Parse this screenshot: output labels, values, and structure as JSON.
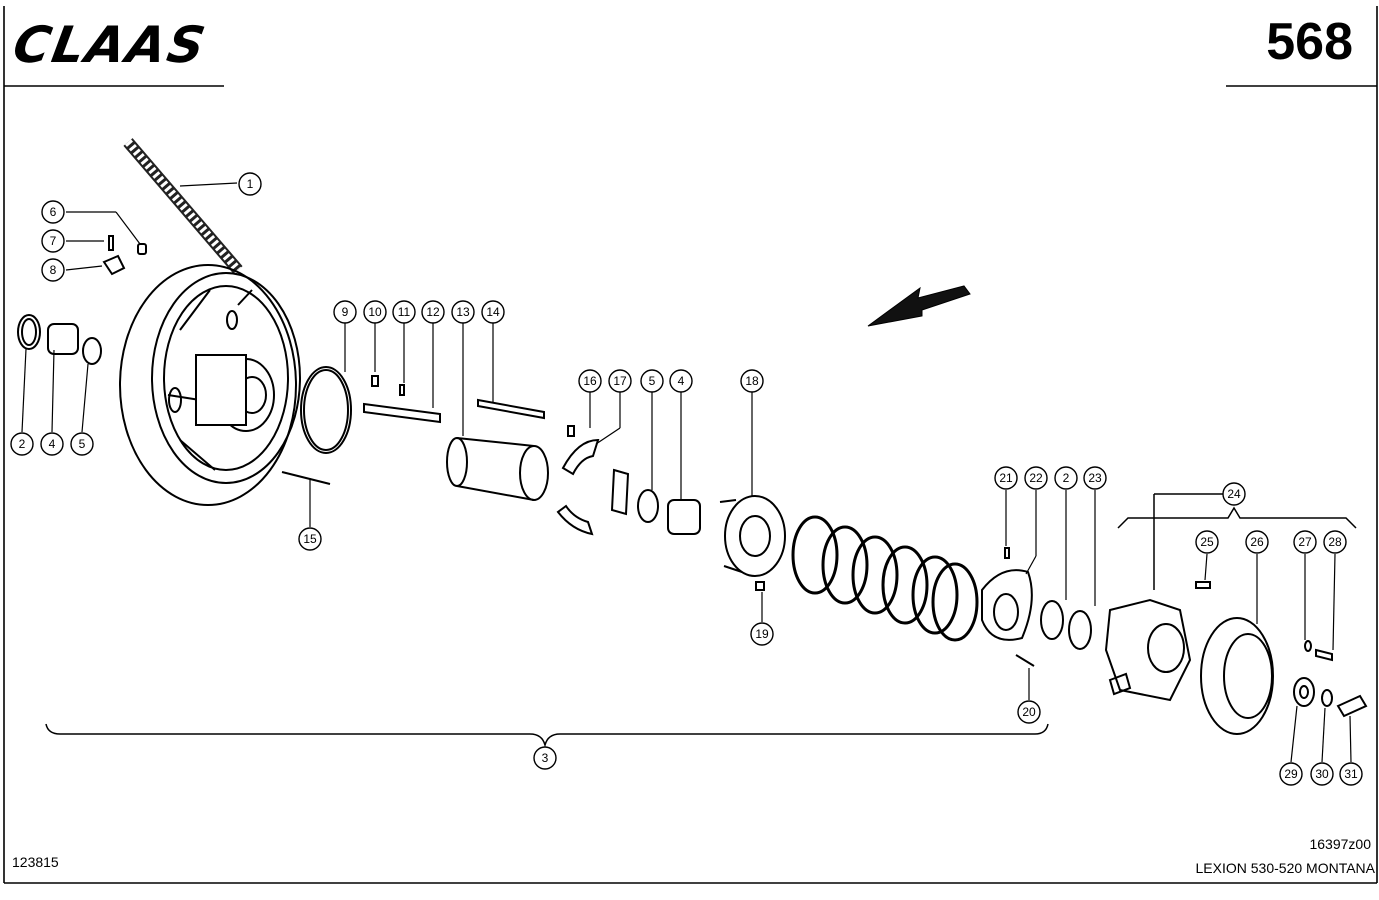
{
  "header": {
    "brand": "CLAAS",
    "page_number": "568"
  },
  "footer": {
    "left_number": "123815",
    "drawing_code": "16397z00",
    "model": "LEXION 530-520 MONTANA"
  },
  "callouts": [
    "1",
    "2",
    "3",
    "4",
    "5",
    "6",
    "7",
    "8",
    "9",
    "10",
    "11",
    "12",
    "13",
    "14",
    "15",
    "16",
    "17",
    "18",
    "19",
    "20",
    "21",
    "22",
    "23",
    "24",
    "25",
    "26",
    "27",
    "28",
    "29",
    "30",
    "31"
  ]
}
